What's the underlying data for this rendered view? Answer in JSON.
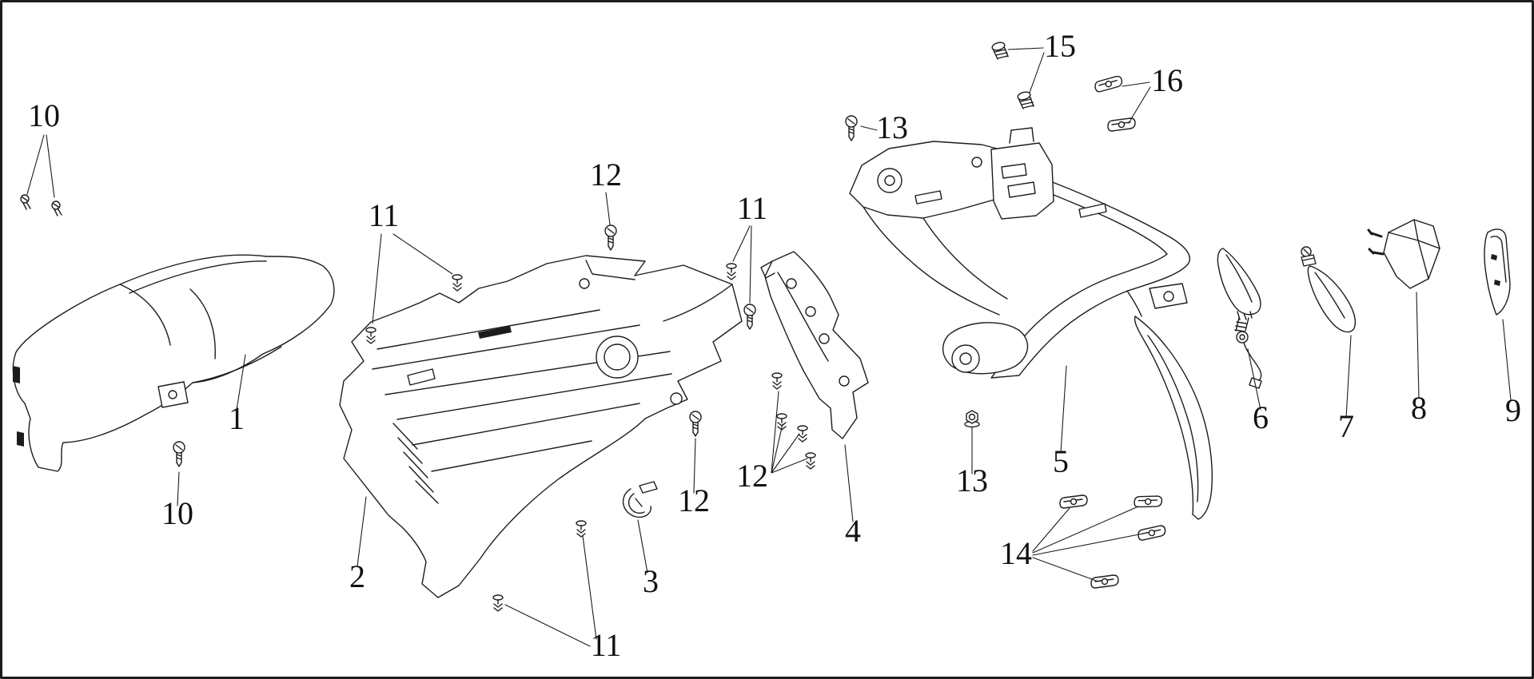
{
  "diagram": {
    "background": "#ffffff",
    "line_color": "#1c1c1c",
    "callouts": [
      {
        "ref": "10"
      },
      {
        "ref": "1"
      },
      {
        "ref": "10"
      },
      {
        "ref": "11"
      },
      {
        "ref": "12"
      },
      {
        "ref": "11"
      },
      {
        "ref": "2"
      },
      {
        "ref": "3"
      },
      {
        "ref": "11"
      },
      {
        "ref": "12"
      },
      {
        "ref": "12"
      },
      {
        "ref": "4"
      },
      {
        "ref": "13"
      },
      {
        "ref": "15"
      },
      {
        "ref": "16"
      },
      {
        "ref": "5"
      },
      {
        "ref": "13"
      },
      {
        "ref": "14"
      },
      {
        "ref": "6"
      },
      {
        "ref": "7"
      },
      {
        "ref": "8"
      },
      {
        "ref": "9"
      }
    ]
  }
}
